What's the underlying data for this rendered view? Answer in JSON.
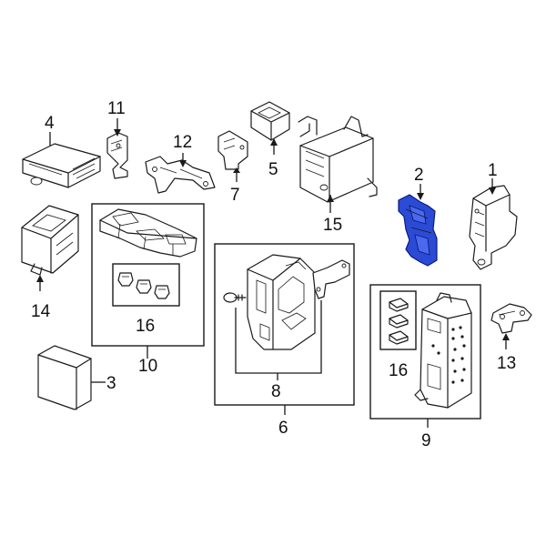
{
  "diagram": {
    "highlight_color": "#2b4bd6",
    "callouts": {
      "c1": "1",
      "c2": "2",
      "c3": "3",
      "c4": "4",
      "c5": "5",
      "c6": "6",
      "c7": "7",
      "c8": "8",
      "c9": "9",
      "c10": "10",
      "c11": "11",
      "c12": "12",
      "c13": "13",
      "c14": "14",
      "c15": "15",
      "c16a": "16",
      "c16b": "16"
    }
  }
}
